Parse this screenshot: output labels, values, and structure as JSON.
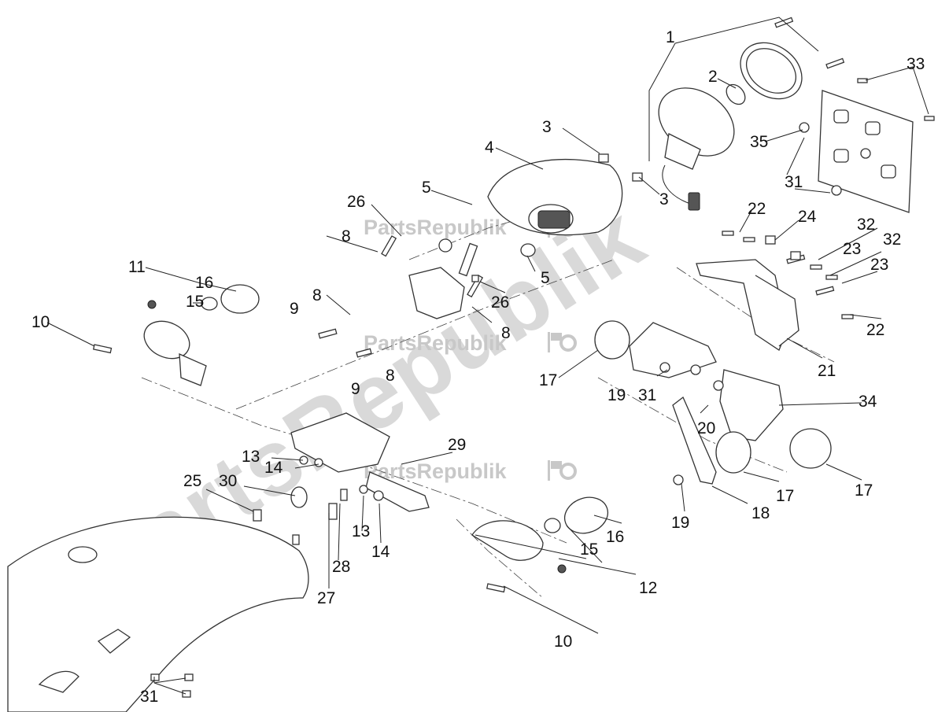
{
  "watermark": {
    "large_text": "PartsRepublik",
    "small_text": "PartsRepublik"
  },
  "callouts": [
    {
      "id": "c1",
      "label": "1"
    },
    {
      "id": "c2",
      "label": "2"
    },
    {
      "id": "c3a",
      "label": "3"
    },
    {
      "id": "c3b",
      "label": "3"
    },
    {
      "id": "c4",
      "label": "4"
    },
    {
      "id": "c5a",
      "label": "5"
    },
    {
      "id": "c5b",
      "label": "5"
    },
    {
      "id": "c8a",
      "label": "8"
    },
    {
      "id": "c8b",
      "label": "8"
    },
    {
      "id": "c8c",
      "label": "8"
    },
    {
      "id": "c8d",
      "label": "8"
    },
    {
      "id": "c9a",
      "label": "9"
    },
    {
      "id": "c9b",
      "label": "9"
    },
    {
      "id": "c10a",
      "label": "10"
    },
    {
      "id": "c10b",
      "label": "10"
    },
    {
      "id": "c11",
      "label": "11"
    },
    {
      "id": "c12",
      "label": "12"
    },
    {
      "id": "c13a",
      "label": "13"
    },
    {
      "id": "c13b",
      "label": "13"
    },
    {
      "id": "c14a",
      "label": "14"
    },
    {
      "id": "c14b",
      "label": "14"
    },
    {
      "id": "c15a",
      "label": "15"
    },
    {
      "id": "c15b",
      "label": "15"
    },
    {
      "id": "c16a",
      "label": "16"
    },
    {
      "id": "c16b",
      "label": "16"
    },
    {
      "id": "c17a",
      "label": "17"
    },
    {
      "id": "c17b",
      "label": "17"
    },
    {
      "id": "c17c",
      "label": "17"
    },
    {
      "id": "c18",
      "label": "18"
    },
    {
      "id": "c19a",
      "label": "19"
    },
    {
      "id": "c19b",
      "label": "19"
    },
    {
      "id": "c20",
      "label": "20"
    },
    {
      "id": "c21",
      "label": "21"
    },
    {
      "id": "c22a",
      "label": "22"
    },
    {
      "id": "c22b",
      "label": "22"
    },
    {
      "id": "c23a",
      "label": "23"
    },
    {
      "id": "c23b",
      "label": "23"
    },
    {
      "id": "c24",
      "label": "24"
    },
    {
      "id": "c25",
      "label": "25"
    },
    {
      "id": "c26a",
      "label": "26"
    },
    {
      "id": "c26b",
      "label": "26"
    },
    {
      "id": "c27",
      "label": "27"
    },
    {
      "id": "c28",
      "label": "28"
    },
    {
      "id": "c29",
      "label": "29"
    },
    {
      "id": "c30",
      "label": "30"
    },
    {
      "id": "c31a",
      "label": "31"
    },
    {
      "id": "c31b",
      "label": "31"
    },
    {
      "id": "c31c",
      "label": "31"
    },
    {
      "id": "c32a",
      "label": "32"
    },
    {
      "id": "c32b",
      "label": "32"
    },
    {
      "id": "c33",
      "label": "33"
    },
    {
      "id": "c34",
      "label": "34"
    },
    {
      "id": "c35",
      "label": "35"
    }
  ]
}
